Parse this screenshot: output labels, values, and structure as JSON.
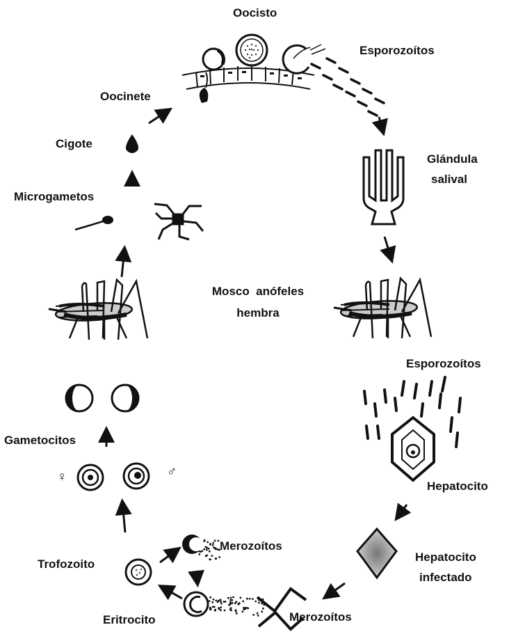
{
  "labels": {
    "oocisto": "Oocisto",
    "esporozoitos_top": "Esporozoítos",
    "oocinete": "Oocinete",
    "cigote": "Cigote",
    "glandula_line1": "Glándula",
    "glandula_line2": "salival",
    "microgametos": "Microgametos",
    "mosco_line1": "Mosco  anófeles",
    "mosco_line2": "hembra",
    "esporozoitos_bottom": "Esporozoítos",
    "gametocitos": "Gametocitos",
    "female_symbol": "♀",
    "male_symbol": "♂",
    "hepatocito": "Hepatocito",
    "merozoitos_upper": "Merozoítos",
    "hepatocito_inf_line1": "Hepatocito",
    "hepatocito_inf_line2": "infectado",
    "trofozoito": "Trofozoito",
    "eritrocito": "Eritrocito",
    "merozoitos_lower": "Merozoítos"
  },
  "colors": {
    "ink": "#111111",
    "background": "#ffffff",
    "mosquito_wing": "#bbbbbb"
  }
}
